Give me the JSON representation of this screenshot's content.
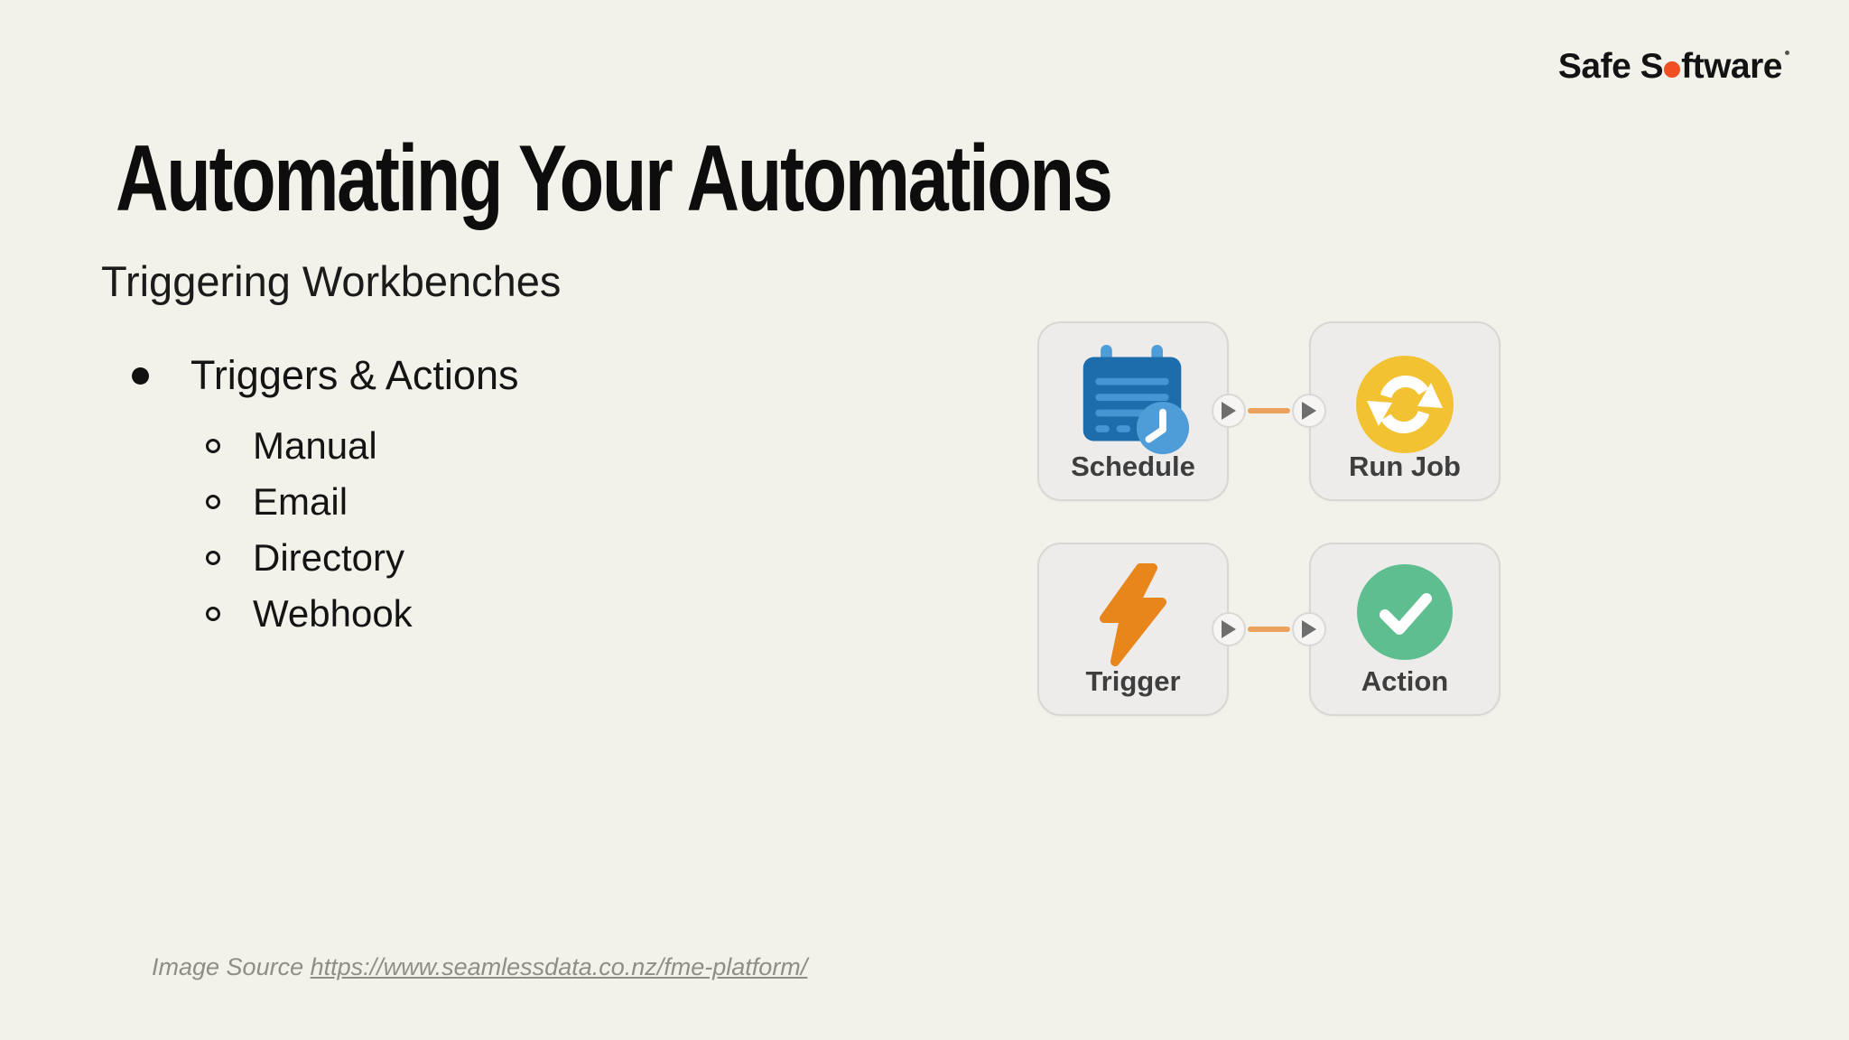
{
  "slide": {
    "background_color": "#F2F1EA",
    "logo": {
      "text_before_dot": "Safe S",
      "text_after_dot": "ftware",
      "dot_color": "#F04E23"
    },
    "title": "Automating Your Automations",
    "subtitle": "Triggering Workbenches",
    "bullets": {
      "level1": "Triggers & Actions",
      "level2": [
        "Manual",
        "Email",
        "Directory",
        "Webhook"
      ]
    },
    "footer": {
      "prefix": "Image Source ",
      "link_text": "https://www.seamlessdata.co.nz/fme-platform/"
    }
  },
  "diagram": {
    "rows": [
      {
        "source": {
          "label": "Schedule",
          "icon": "calendar-clock-icon"
        },
        "target": {
          "label": "Run Job",
          "icon": "sync-refresh-icon"
        }
      },
      {
        "source": {
          "label": "Trigger",
          "icon": "lightning-bolt-icon"
        },
        "target": {
          "label": "Action",
          "icon": "checkmark-icon"
        }
      }
    ],
    "colors": {
      "node_fill": "#EDECEA",
      "node_border": "#D8D7D3",
      "connector_orange": "#E9A35F",
      "port_arrow_gray": "#6E6E6E",
      "calendar_blue_dark": "#1D6DAD",
      "calendar_blue_light": "#4E9CD8",
      "sync_yellow": "#F2C233",
      "bolt_orange": "#E8861B",
      "check_green": "#5FBE90"
    }
  }
}
